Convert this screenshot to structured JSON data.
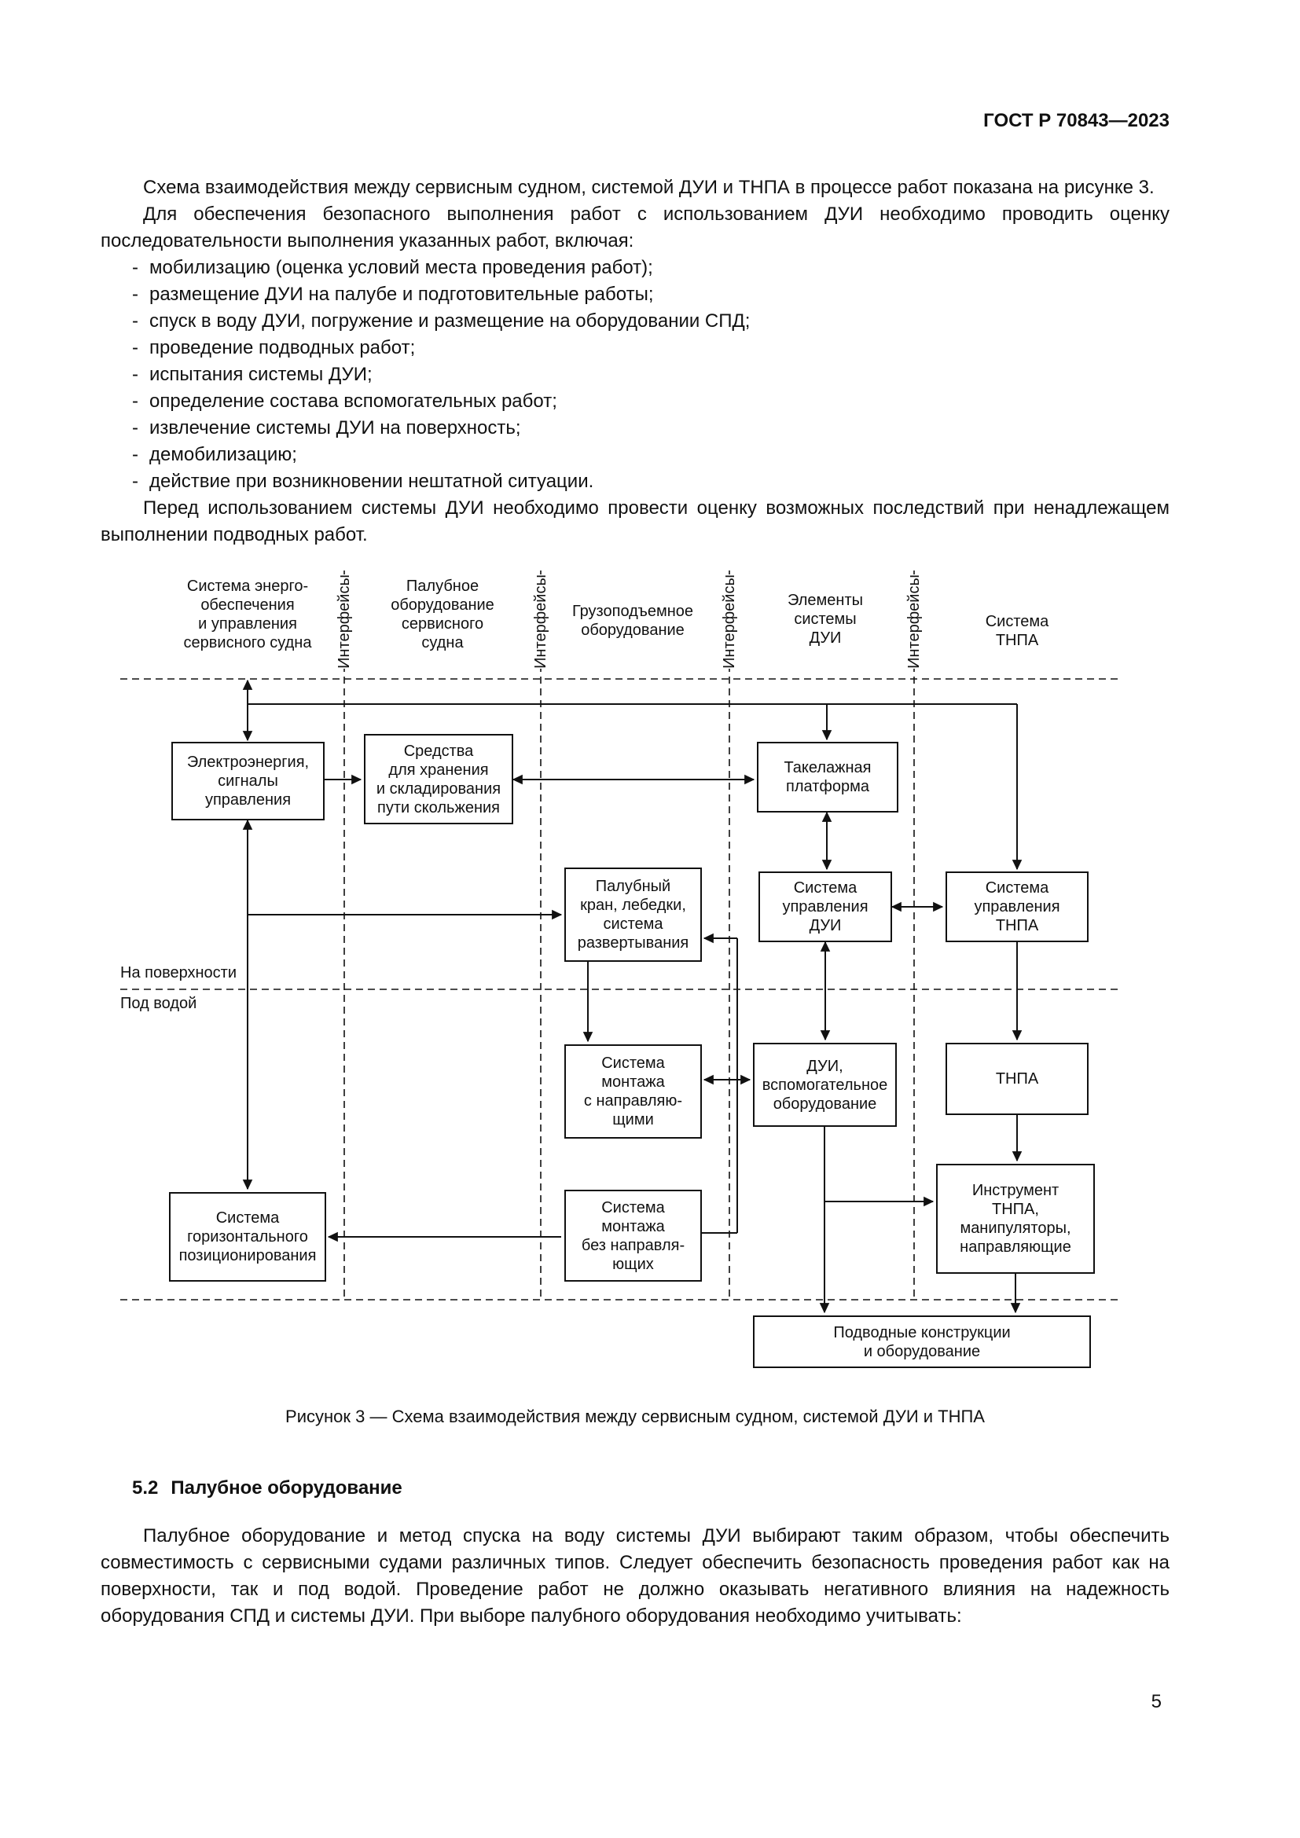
{
  "doc": {
    "header": "ГОСТ Р 70843—2023",
    "page_number": "5"
  },
  "intro": {
    "p1": "Схема взаимодействия между сервисным судном, системой ДУИ и ТНПА в процессе работ показана на рисунке 3.",
    "p2": "Для обеспечения безопасного выполнения работ с использованием ДУИ необходимо проводить оценку последовательности выполнения указанных работ, включая:",
    "p3": "Перед использованием системы ДУИ необходимо провести оценку возможных последствий при ненадлежащем выполнении подводных работ."
  },
  "list": {
    "marker": "-",
    "items": [
      "мобилизацию (оценка условий места проведения работ);",
      "размещение ДУИ на палубе и подготовительные работы;",
      "спуск в воду ДУИ, погружение и размещение на оборудовании СПД;",
      "проведение подводных работ;",
      "испытания системы ДУИ;",
      "определение состава вспомогательных работ;",
      "извлечение системы ДУИ на поверхность;",
      "демобилизацию;",
      "действие при возникновении нештатной ситуации."
    ]
  },
  "figure": {
    "caption": "Рисунок 3 — Схема взаимодействия между сервисным судном, системой ДУИ и ТНПА",
    "interface_label": "Интерфейсы",
    "columns": {
      "c1": "Система энерго-\nобеспечения\nи управления\nсервисного судна",
      "c2": "Палубное\nоборудование\nсервисного\nсудна",
      "c3": "Грузоподъемное\nоборудование",
      "c4": "Элементы\nсистемы\nДУИ",
      "c5": "Система\nТНПА"
    },
    "zones": {
      "surface": "На поверхности",
      "underwater": "Под водой"
    },
    "boxes": {
      "elektro": "Электроэнергия,\nсигналы\nуправления",
      "sredstva": "Средства\nдля хранения\nи складирования\nпути скольжения",
      "takelazh": "Такелажная\nплатформа",
      "kran": "Палубный\nкран, лебедки,\nсистема\nразвертывания",
      "sys_dui": "Система\nуправления\nДУИ",
      "sys_tnpa": "Система\nуправления\nТНПА",
      "montazh_s": "Система\nмонтажа\nс направляю-\nщими",
      "dui_vspom": "ДУИ,\nвспомогательное\nоборудование",
      "tnpa": "ТНПА",
      "gorizont": "Система\nгоризонтального\nпозиционирования",
      "montazh_bez": "Система\nмонтажа\nбез направля-\nющих",
      "instrument": "Инструмент\nТНПА,\nманипуляторы,\nнаправляющие",
      "podvod": "Подводные конструкции\nи оборудование"
    }
  },
  "section": {
    "number": "5.2",
    "title": "Палубное оборудование",
    "body": "Палубное оборудование и метод спуска на воду системы ДУИ выбирают таким образом, чтобы обеспечить совместимость с сервисными судами различных типов. Следует обеспечить безопасность проведения работ как на поверхности, так и под водой. Проведение работ не должно оказывать негативного влияния на надежность оборудования СПД и системы ДУИ. При выборе палубного оборудования необходимо учитывать:"
  }
}
